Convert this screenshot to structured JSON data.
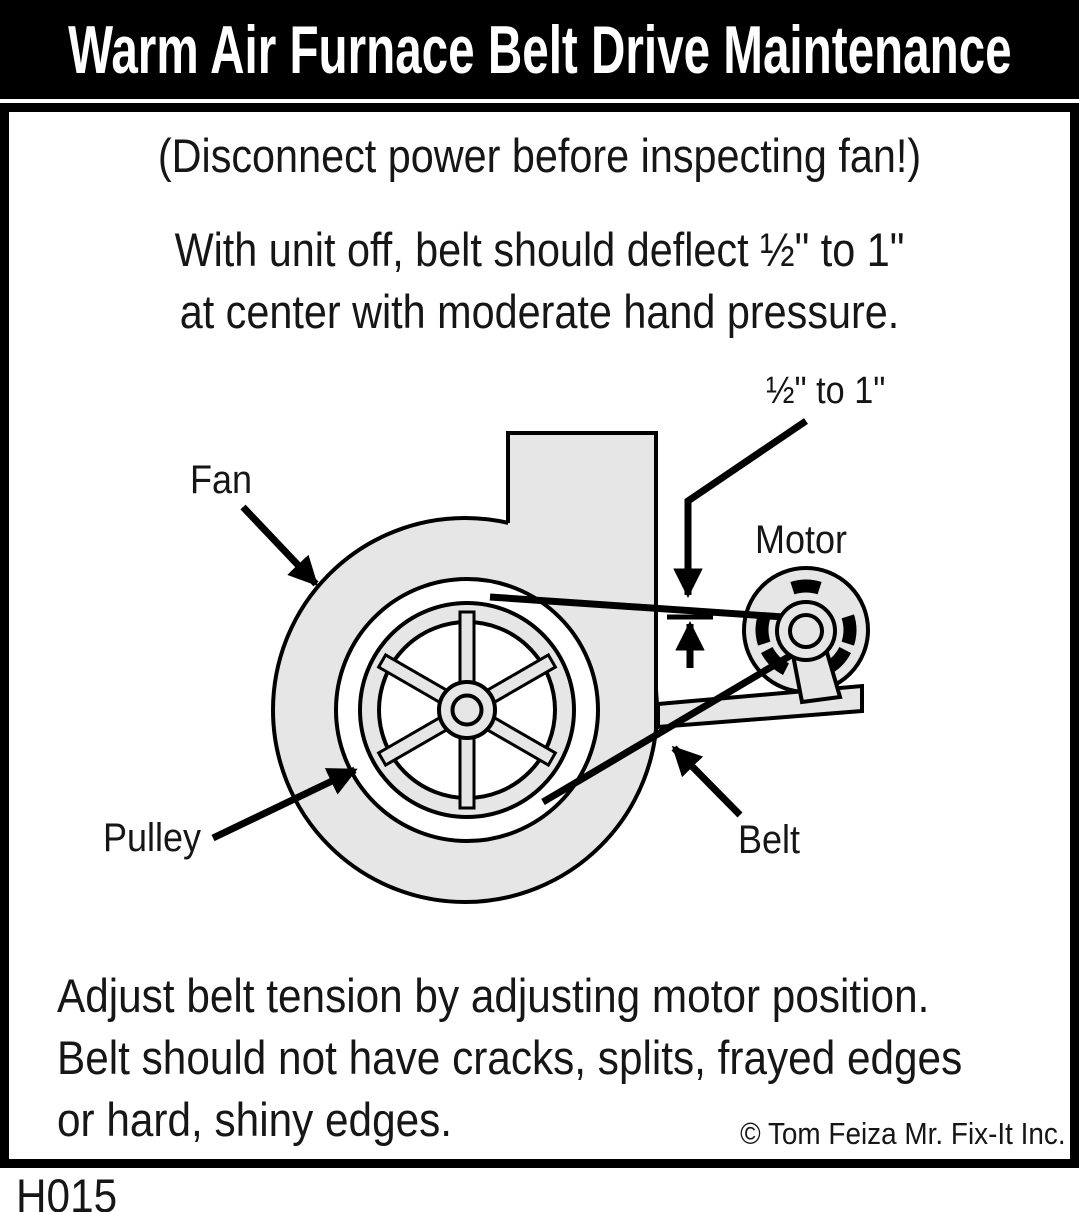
{
  "title": "Warm Air Furnace Belt Drive Maintenance",
  "warning": "(Disconnect power before inspecting fan!)",
  "instructions": {
    "line1": "With unit off, belt should deflect ½\" to 1\"",
    "line2": "at center with moderate hand pressure."
  },
  "diagram": {
    "labels": {
      "fan": "Fan",
      "motor": "Motor",
      "pulley": "Pulley",
      "belt": "Belt",
      "deflection": "½\" to 1\""
    },
    "colors": {
      "fill": "#e6e6e6",
      "line": "#000000",
      "background": "#ffffff"
    }
  },
  "footer": {
    "line1": "Adjust belt tension by adjusting motor position.",
    "line2": "Belt should not have cracks, splits, frayed edges",
    "line3": "or hard, shiny edges.",
    "copyright": "© Tom Feiza Mr. Fix-It Inc.",
    "code": "H015"
  }
}
